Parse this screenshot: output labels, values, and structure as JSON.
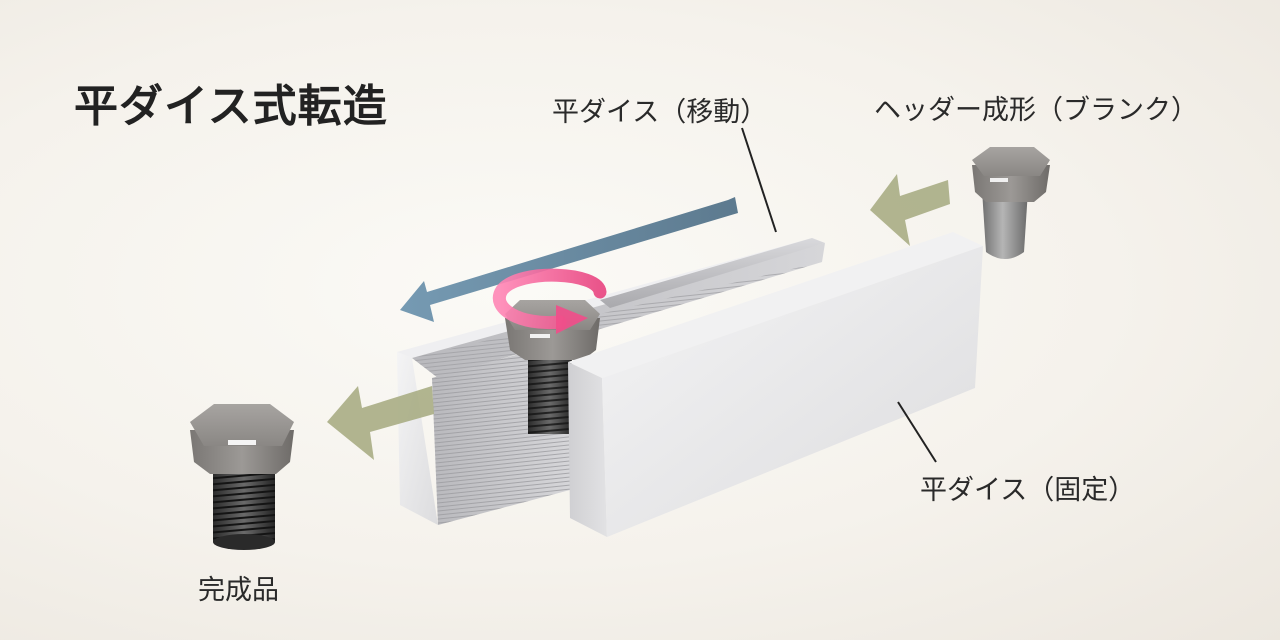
{
  "title": "平ダイス式転造",
  "labels": {
    "moving_die": "平ダイス（移動）",
    "header_blank": "ヘッダー成形（ブランク）",
    "fixed_die": "平ダイス（固定）",
    "finished": "完成品"
  },
  "colors": {
    "moving_arrow": "#5f87a2",
    "feed_arrow": "#a9ad84",
    "rotation_arrow": "#f0609a",
    "die_face": "#e9e9ea",
    "bolt_head": "#8e8b88",
    "bolt_thread": "#3d3d3d"
  },
  "icons": {
    "rotation": "rotation-arrow-icon",
    "movement": "movement-arrow-icon",
    "feed": "feed-arrow-icon",
    "bolt": "bolt-icon"
  }
}
